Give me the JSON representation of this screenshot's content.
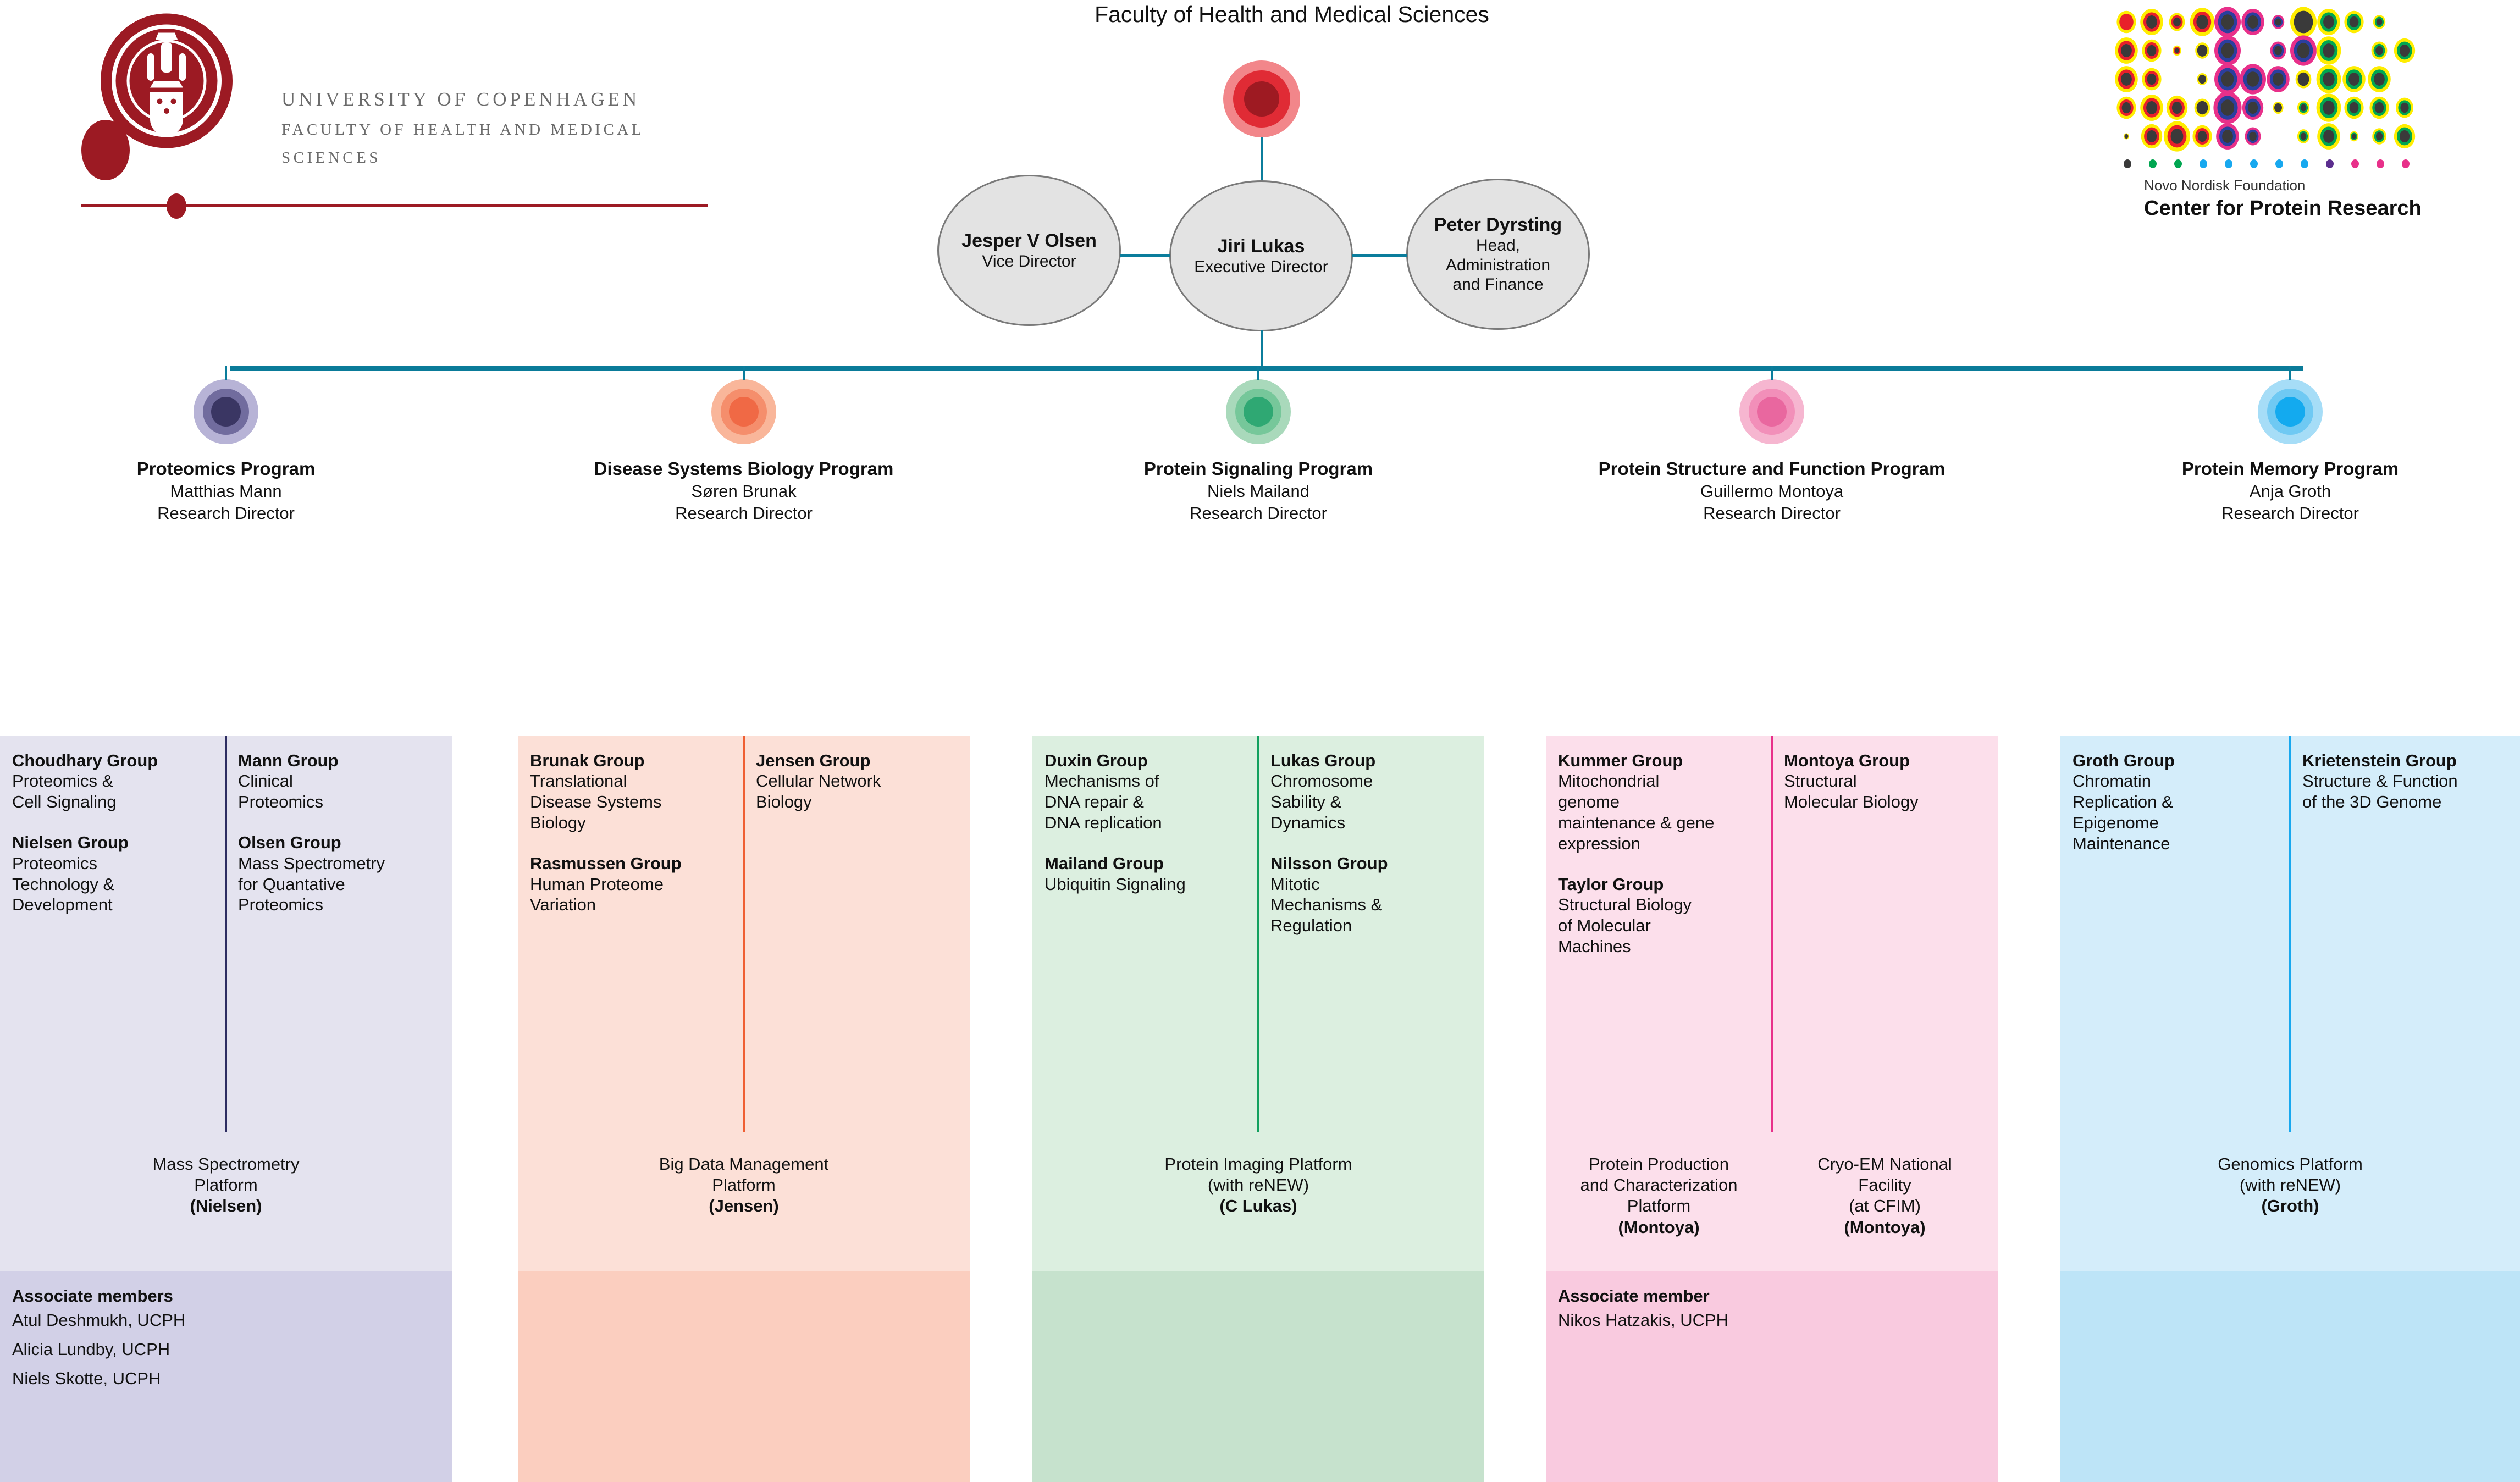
{
  "header": {
    "faculty_title": "Faculty of Health and Medical Sciences",
    "ucph_logo": {
      "line1": "UNIVERSITY OF COPENHAGEN",
      "line2": "FACULTY OF HEALTH AND MEDICAL",
      "line3": "SCIENCES"
    },
    "cpr_logo": {
      "line1": "Novo Nordisk Foundation",
      "line2": "Center for Protein Research"
    }
  },
  "leadership": [
    {
      "name": "Jesper V Olsen",
      "role": "Vice Director"
    },
    {
      "name": "Jiri Lukas",
      "role": "Executive Director"
    },
    {
      "name": "Peter Dyrsting",
      "role": "Head,\nAdministration\nand Finance"
    }
  ],
  "colors": {
    "connector_teal": "#0a7b99",
    "brand_red": "#9c1a23"
  },
  "programs": [
    {
      "title": "Proteomics Program",
      "director": "Matthias Mann",
      "role": "Research Director",
      "accent": "#2e2e62",
      "node_colors": [
        "#b7b3d6",
        "#716c9e",
        "#3a3663"
      ],
      "block_bg": "#e4e3ef",
      "assoc_bg": "#d2d0e7",
      "left_groups": [
        {
          "name": "Choudhary Group",
          "desc": "Proteomics &\nCell Signaling"
        },
        {
          "name": "Nielsen Group",
          "desc": "Proteomics\nTechnology &\nDevelopment"
        }
      ],
      "right_groups": [
        {
          "name": "Mann Group",
          "desc": "Clinical\nProteomics"
        },
        {
          "name": "Olsen Group",
          "desc": "Mass Spectrometry\nfor Quantative\nProteomics"
        }
      ],
      "platforms": [
        {
          "lines": [
            "Mass Spectrometry",
            "Platform"
          ],
          "lead": "(Nielsen)",
          "span": "full"
        }
      ],
      "associates": {
        "title": "Associate members",
        "items": [
          "Atul Deshmukh, UCPH",
          "Alicia Lundby, UCPH",
          "Niels Skotte, UCPH"
        ]
      }
    },
    {
      "title": "Disease Systems Biology Program",
      "director": "Søren Brunak",
      "role": "Research Director",
      "accent": "#ef5f33",
      "node_colors": [
        "#f9b69a",
        "#f58e6c",
        "#f06945"
      ],
      "block_bg": "#fce0d7",
      "assoc_bg": "#fbcebf",
      "left_groups": [
        {
          "name": "Brunak Group",
          "desc": "Translational\nDisease Systems\nBiology"
        },
        {
          "name": "Rasmussen Group",
          "desc": "Human Proteome\nVariation"
        }
      ],
      "right_groups": [
        {
          "name": "Jensen Group",
          "desc": "Cellular Network\nBiology"
        }
      ],
      "platforms": [
        {
          "lines": [
            "Big Data Management",
            "Platform"
          ],
          "lead": "(Jensen)",
          "span": "full"
        }
      ],
      "associates": {
        "title": "",
        "items": []
      }
    },
    {
      "title": "Protein Signaling Program",
      "director": "Niels Mailand",
      "role": "Research Director",
      "accent": "#13a05f",
      "node_colors": [
        "#a9d9bb",
        "#76c79a",
        "#2fa873"
      ],
      "block_bg": "#dcefe0",
      "assoc_bg": "#c6e2cd",
      "left_groups": [
        {
          "name": "Duxin Group",
          "desc": "Mechanisms of\nDNA repair &\nDNA replication"
        },
        {
          "name": "Mailand Group",
          "desc": "Ubiquitin Signaling"
        }
      ],
      "right_groups": [
        {
          "name": "Lukas Group",
          "desc": "Chromosome\nSability &\nDynamics"
        },
        {
          "name": "Nilsson Group",
          "desc": "Mitotic\nMechanisms &\nRegulation"
        }
      ],
      "platforms": [
        {
          "lines": [
            "Protein Imaging Platform",
            "(with reNEW)"
          ],
          "lead": "(C Lukas)",
          "span": "full"
        }
      ],
      "associates": {
        "title": "",
        "items": []
      }
    },
    {
      "title": "Protein Structure and Function Program",
      "director": "Guillermo Montoya",
      "role": "Research Director",
      "accent": "#e8308a",
      "node_colors": [
        "#f6b6d0",
        "#f28fb9",
        "#e9679f"
      ],
      "block_bg": "#fcdfeb",
      "assoc_bg": "#f9cadf",
      "left_groups": [
        {
          "name": "Kummer Group",
          "desc": "Mitochondrial\ngenome\nmaintenance & gene\nexpression"
        },
        {
          "name": "Taylor Group",
          "desc": "Structural Biology\nof Molecular\nMachines"
        }
      ],
      "right_groups": [
        {
          "name": "Montoya Group",
          "desc": "Structural\nMolecular Biology"
        }
      ],
      "platforms": [
        {
          "lines": [
            "Protein Production",
            "and Characterization",
            "Platform"
          ],
          "lead": "(Montoya)",
          "span": "left"
        },
        {
          "lines": [
            "Cryo-EM National",
            "Facility",
            "(at CFIM)"
          ],
          "lead": "(Montoya)",
          "span": "right"
        }
      ],
      "associates": {
        "title": "Associate member",
        "items": [
          "Nikos Hatzakis, UCPH"
        ]
      }
    },
    {
      "title": "Protein Memory Program",
      "director": "Anja Groth",
      "role": "Research Director",
      "accent": "#17a8ef",
      "node_colors": [
        "#a6ddf7",
        "#6fc9f3",
        "#13aaef"
      ],
      "block_bg": "#d4edfa",
      "assoc_bg": "#bde4f7",
      "left_groups": [
        {
          "name": "Groth Group",
          "desc": "Chromatin\nReplication &\nEpigenome\nMaintenance"
        }
      ],
      "right_groups": [
        {
          "name": "Krietenstein Group",
          "desc": "Structure & Function\nof the 3D Genome"
        }
      ],
      "platforms": [
        {
          "lines": [
            "Genomics Platform",
            "(with reNEW)"
          ],
          "lead": "(Groth)",
          "span": "full"
        }
      ],
      "associates": {
        "title": "",
        "items": []
      }
    }
  ]
}
